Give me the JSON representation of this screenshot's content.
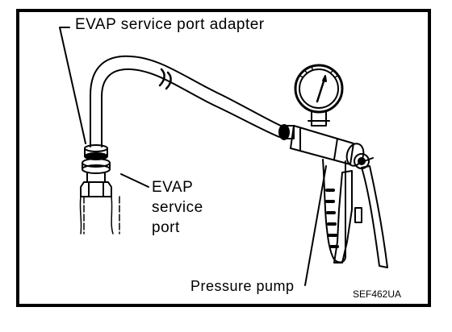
{
  "labels": {
    "evap_service_port_adapter": "EVAP service port adapter",
    "evap_service_port": [
      "EVAP",
      "service",
      "port"
    ],
    "pressure_pump": "Pressure pump",
    "figure_code": "SEF462UA"
  },
  "colors": {
    "ink": "#000000",
    "paper": "#ffffff"
  }
}
